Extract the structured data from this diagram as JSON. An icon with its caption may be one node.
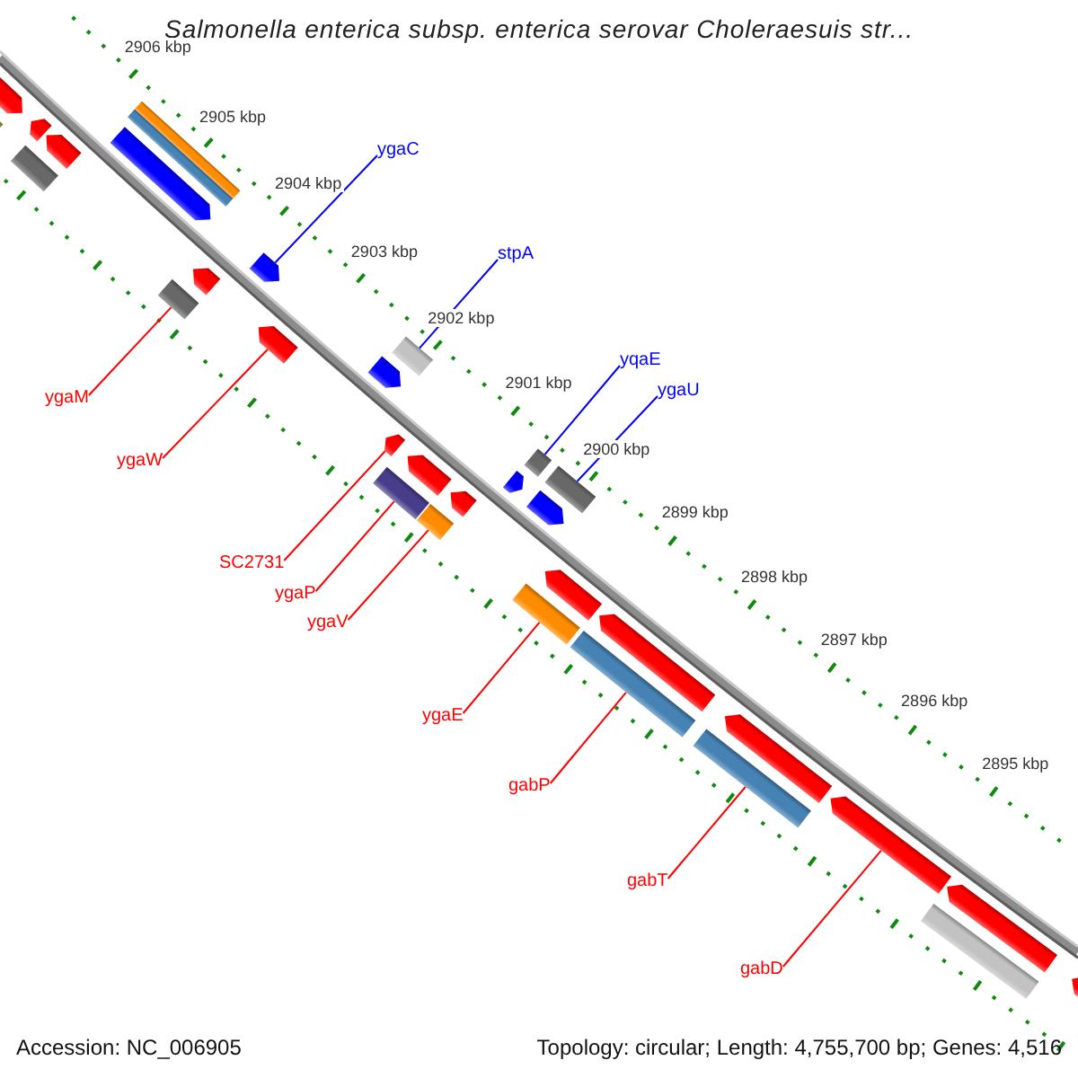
{
  "diagram": {
    "title": "Salmonella enterica subsp. enterica serovar Choleraesuis str...",
    "nodes": [
      {
        "text": [
          "ygaC"
        ]
      },
      {
        "text": [
          "stpA"
        ]
      },
      {
        "text": [
          "yqaE"
        ]
      },
      {
        "text": [
          "ygaU"
        ]
      },
      {
        "text": [
          "ygaM"
        ]
      },
      {
        "text": [
          "ygaW"
        ]
      },
      {
        "text": [
          "SC2731"
        ]
      },
      {
        "text": [
          "ygaP"
        ]
      },
      {
        "text": [
          "ygaV"
        ]
      },
      {
        "text": [
          "ygaE"
        ]
      },
      {
        "text": [
          "gabP"
        ]
      },
      {
        "text": [
          "gabT"
        ]
      },
      {
        "text": [
          "gabD"
        ]
      },
      {
        "text": [],
        "shape": "arrow"
      },
      {
        "text": [],
        "shape": "bar"
      },
      {
        "text": [],
        "shape": "arrow"
      },
      {
        "text": [],
        "shape": "bar"
      },
      {
        "text": [],
        "shape": "arrow"
      },
      {
        "text": [],
        "shape": "arrow"
      },
      {
        "text": [],
        "shape": "bar"
      },
      {
        "text": [],
        "shape": "bar"
      },
      {
        "text": [],
        "shape": "bar"
      },
      {
        "text": [],
        "shape": "arrow"
      },
      {
        "text": [],
        "shape": "arrow"
      },
      {
        "text": [],
        "shape": "arrow"
      },
      {
        "text": [],
        "shape": "arrow"
      },
      {
        "text": [],
        "shape": "bar"
      },
      {
        "text": [],
        "shape": "arrow"
      },
      {
        "text": [],
        "shape": "bar"
      },
      {
        "text": [],
        "shape": "arrow"
      },
      {
        "text": [],
        "shape": "bar"
      },
      {
        "text": [],
        "shape": "arrow"
      },
      {
        "text": [],
        "shape": "arrow"
      },
      {
        "text": [],
        "shape": "bar"
      },
      {
        "text": [],
        "shape": "arrow"
      },
      {
        "text": [],
        "shape": "bar"
      },
      {
        "text": [],
        "shape": "bar"
      },
      {
        "text": [],
        "shape": "arrow"
      },
      {
        "text": [],
        "shape": "bar"
      },
      {
        "text": [],
        "shape": "arrow"
      },
      {
        "text": [],
        "shape": "bar"
      },
      {
        "text": [],
        "shape": "arrow"
      },
      {
        "text": [],
        "shape": "arrow"
      },
      {
        "text": [],
        "shape": "arrow"
      },
      {
        "text": [],
        "shape": "bar"
      },
      {
        "text": [],
        "shape": "arrow"
      }
    ],
    "edges": [
      {
        "from": 0,
        "to": 23,
        "arrow": "none",
        "color": "#0000ff"
      },
      {
        "from": 1,
        "to": 26,
        "arrow": "none",
        "color": "#0000ff"
      },
      {
        "from": 2,
        "to": 33,
        "arrow": "none",
        "color": "#0000ff"
      },
      {
        "from": 3,
        "to": 35,
        "arrow": "none",
        "color": "#0000ff"
      },
      {
        "from": 4,
        "to": 21,
        "arrow": "none"
      },
      {
        "from": 5,
        "to": 24,
        "arrow": "none"
      },
      {
        "from": 6,
        "to": 27,
        "arrow": "none"
      },
      {
        "from": 7,
        "to": 28,
        "arrow": "none"
      },
      {
        "from": 8,
        "to": 30,
        "arrow": "none"
      },
      {
        "from": 9,
        "to": 36,
        "arrow": "none"
      },
      {
        "from": 10,
        "to": 38,
        "arrow": "none"
      },
      {
        "from": 11,
        "to": 40,
        "arrow": "none"
      },
      {
        "from": 12,
        "to": 42,
        "arrow": "none"
      }
    ],
    "labels": [
      "2906 kbp",
      "2905 kbp",
      "2904 kbp",
      "2903 kbp",
      "2902 kbp",
      "2901 kbp",
      "2900 kbp",
      "2899 kbp",
      "2898 kbp",
      "2897 kbp",
      "2896 kbp",
      "2895 kbp",
      "Accession: NC_006905",
      "Topology: circular; Length: 4,755,700 bp; Genes: 4,516"
    ]
  }
}
